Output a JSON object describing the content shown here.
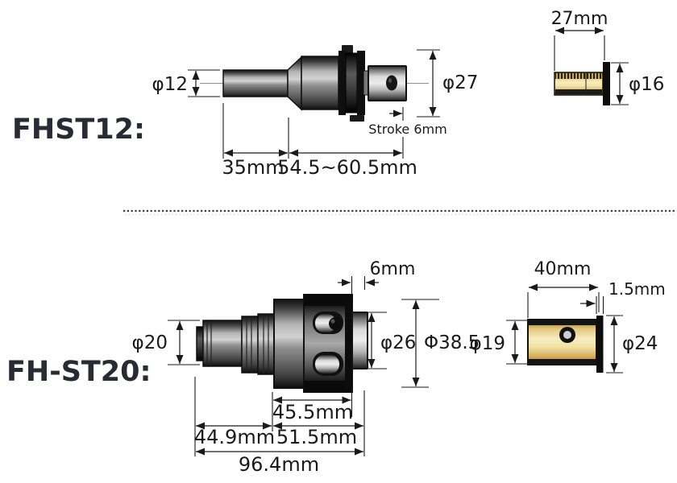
{
  "colors": {
    "model_label": "#272b33",
    "dimension_text": "#1a1a1a",
    "line": "#1a1a1a",
    "brass": "#f0e0a8",
    "metal_light": "#d9d9d9",
    "metal_dark": "#2e2e2e"
  },
  "sections": [
    {
      "model": "FHST12:",
      "main_view": {
        "shaft_diameter": "φ12",
        "max_diameter": "φ27",
        "stroke_label": "Stroke 6mm",
        "shaft_length": "35mm",
        "body_length": "54.5~60.5mm"
      },
      "sleeve_view": {
        "length": "27mm",
        "bore_diameter": "φ16"
      }
    },
    {
      "model": "FH-ST20:",
      "main_view": {
        "shank_diameter": "φ20",
        "stroke_length": "6mm",
        "nose_diameter": "φ26",
        "max_diameter": "Φ38.5",
        "sleeve_length": "45.5mm",
        "shank_length": "44.9mm",
        "head_length": "51.5mm",
        "total_length": "96.4mm"
      },
      "sleeve_view": {
        "length": "40mm",
        "flange_thickness": "1.5mm",
        "bore_diameter": "φ19",
        "outer_diameter": "φ24"
      }
    }
  ]
}
